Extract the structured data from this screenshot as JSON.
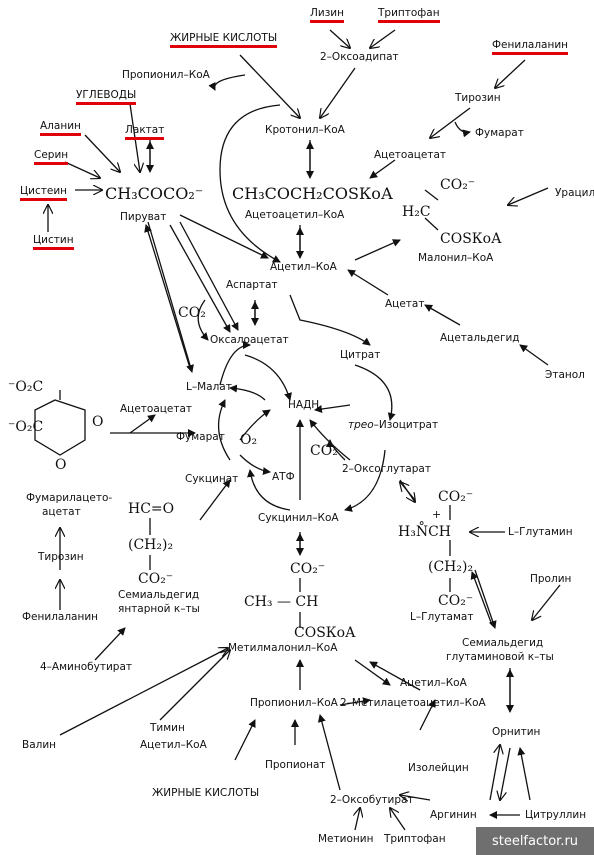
{
  "labels": {
    "lysine": "Лизин",
    "tryptophan_top": "Триптофан",
    "fatty_acids_top": "ЖИРНЫЕ КИСЛОТЫ",
    "oxoadipate": "2–Оксоадипат",
    "phenylalanine_top": "Фенилаланин",
    "propionyl_coa_top": "Пропионил–КоА",
    "carbohydrates": "УГЛЕВОДЫ",
    "tyrosine_right": "Тирозин",
    "alanine": "Аланин",
    "lactate": "Лактат",
    "crotonyl_coa": "Кротонил–КоА",
    "fumarate_right": "Фумарат",
    "serine": "Серин",
    "acetoacetate_top": "Ацетоацетат",
    "cysteine": "Цистеин",
    "uracil": "Урацил",
    "pyruvate": "Пируват",
    "acetoacetyl_coa": "Ацетоацетил–КоА",
    "cystine": "Цистин",
    "malonyl_coa": "Малонил–КоА",
    "acetyl_coa": "Ацетил–КоА",
    "aspartate": "Аспартат",
    "acetate": "Ацетат",
    "oxaloacetate": "Оксалоацетат",
    "acetaldehyde": "Ацетальдегид",
    "citrate": "Цитрат",
    "ethanol": "Этанол",
    "l_malate": "L–Малат",
    "nadh": "НАДН",
    "acetoacetate_mid": "Ацетоацетат",
    "threo": "трео",
    "isocitrate": "–Изоцитрат",
    "fumarate_mid": "Фумарат",
    "oxoglutarate": "2–Оксоглутарат",
    "succinate": "Сукцинат",
    "atp": "АТФ",
    "fumarylacetoacetate_1": "Фумарилацето-",
    "fumarylacetoacetate_2": "ацетат",
    "succinyl_coa": "Сукцинил–КоА",
    "glutamine": "L–Глутамин",
    "tyrosine_left": "Тирозин",
    "succinic_semialdehyde_1": "Семиальдегид",
    "succinic_semialdehyde_2": "янтарной к–ты",
    "proline": "Пролин",
    "l_glutamate": "L–Глутамат",
    "phenylalanine_left": "Фенилаланин",
    "glutamic_semialdehyde_1": "Семиальдегид",
    "glutamic_semialdehyde_2": "глутаминовой к–ты",
    "aminobutyrate": "4–Аминобутират",
    "methylmalonyl_coa": "Метилмалонил–КоА",
    "acetyl_coa_lower": "Ацетил–КоА",
    "propionyl_coa_lower": "Пропионил–КоА",
    "methylacetoacetyl_coa": "2–Метилацетоацетил–КоА",
    "valine": "Валин",
    "thymine": "Тимин",
    "ornithine": "Орнитин",
    "acetyl_coa_bottom": "Ацетил–КоА",
    "propionate": "Пропионат",
    "isoleucine": "Изолейцин",
    "fatty_acids_bottom": "ЖИРНЫЕ КИСЛОТЫ",
    "oxobutyrate": "2–Оксобутират",
    "arginine": "Аргинин",
    "citrulline": "Цитруллин",
    "methionine": "Метионин",
    "tryptophan_bottom": "Триптофан"
  },
  "formulas": {
    "pyruvate_formula": "CH₃COCO₂⁻",
    "acetoacetyl_formula": "CH₃COCH₂COSКоА",
    "malonyl_co2": "CO₂⁻",
    "malonyl_h2c": "H₂C",
    "malonyl_cos": "COSКоА",
    "co2_left": "CO₂",
    "o2": "O₂",
    "co2_right": "CO₂",
    "fa_co2": "⁻O₂C",
    "fa_co2_b": "⁻O₂C",
    "fa_o": "O",
    "fa_o2": "O",
    "sa_hc": "HC=O",
    "sa_ch2": "(CH₂)₂",
    "sa_co2": "CO₂⁻",
    "glu_co2_top": "CO₂⁻",
    "glu_nh": "H₃N̊CH",
    "glu_plus": "+",
    "glu_ch2": "(CH₂)₂",
    "glu_co2_bot": "CO₂⁻",
    "mm_co2": "CO₂⁻",
    "mm_ch": "CH₃ — CH",
    "mm_cos": "COSКоА"
  },
  "watermark": "steelfactor.ru",
  "colors": {
    "highlight": "#e0000a",
    "ink": "#111111",
    "watermark_bg": "#6f6f6f"
  }
}
